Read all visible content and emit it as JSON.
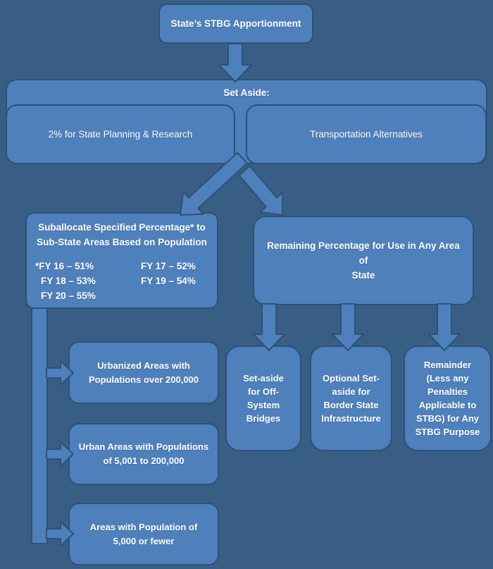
{
  "colors": {
    "background": "#395E86",
    "box_fill": "#4E80BC",
    "box_border": "#2D5278",
    "text": "#FFFFFF"
  },
  "nodes": {
    "apportionment": "State’s STBG Apportionment",
    "set_aside": {
      "heading": "Set Aside:",
      "planning": "2% for State Planning & Research",
      "alternatives": "Transportation Alternatives"
    },
    "suballocate": {
      "title_lines": [
        "Suballocate Specified Percentage* to",
        "Sub-State Areas Based on Population"
      ],
      "fy_left": [
        "*FY 16 – 51%",
        "FY 18 – 53%",
        "FY 20 – 55%"
      ],
      "fy_right": [
        "FY 17 – 52%",
        "FY 19 – 54%"
      ]
    },
    "remaining": {
      "lines": [
        "Remaining Percentage for Use in Any Area of",
        "State"
      ]
    },
    "population_areas": [
      "Urbanized Areas with Populations over 200,000",
      "Urban Areas with Populations of 5,001 to 200,000",
      "Areas with Population of 5,000 or fewer"
    ],
    "statewide_uses": [
      "Set-aside for Off-System Bridges",
      "Optional Set-aside for Border State Infrastructure",
      "Remainder (Less any Penalties Applicable to STBG) for Any STBG Purpose"
    ]
  }
}
